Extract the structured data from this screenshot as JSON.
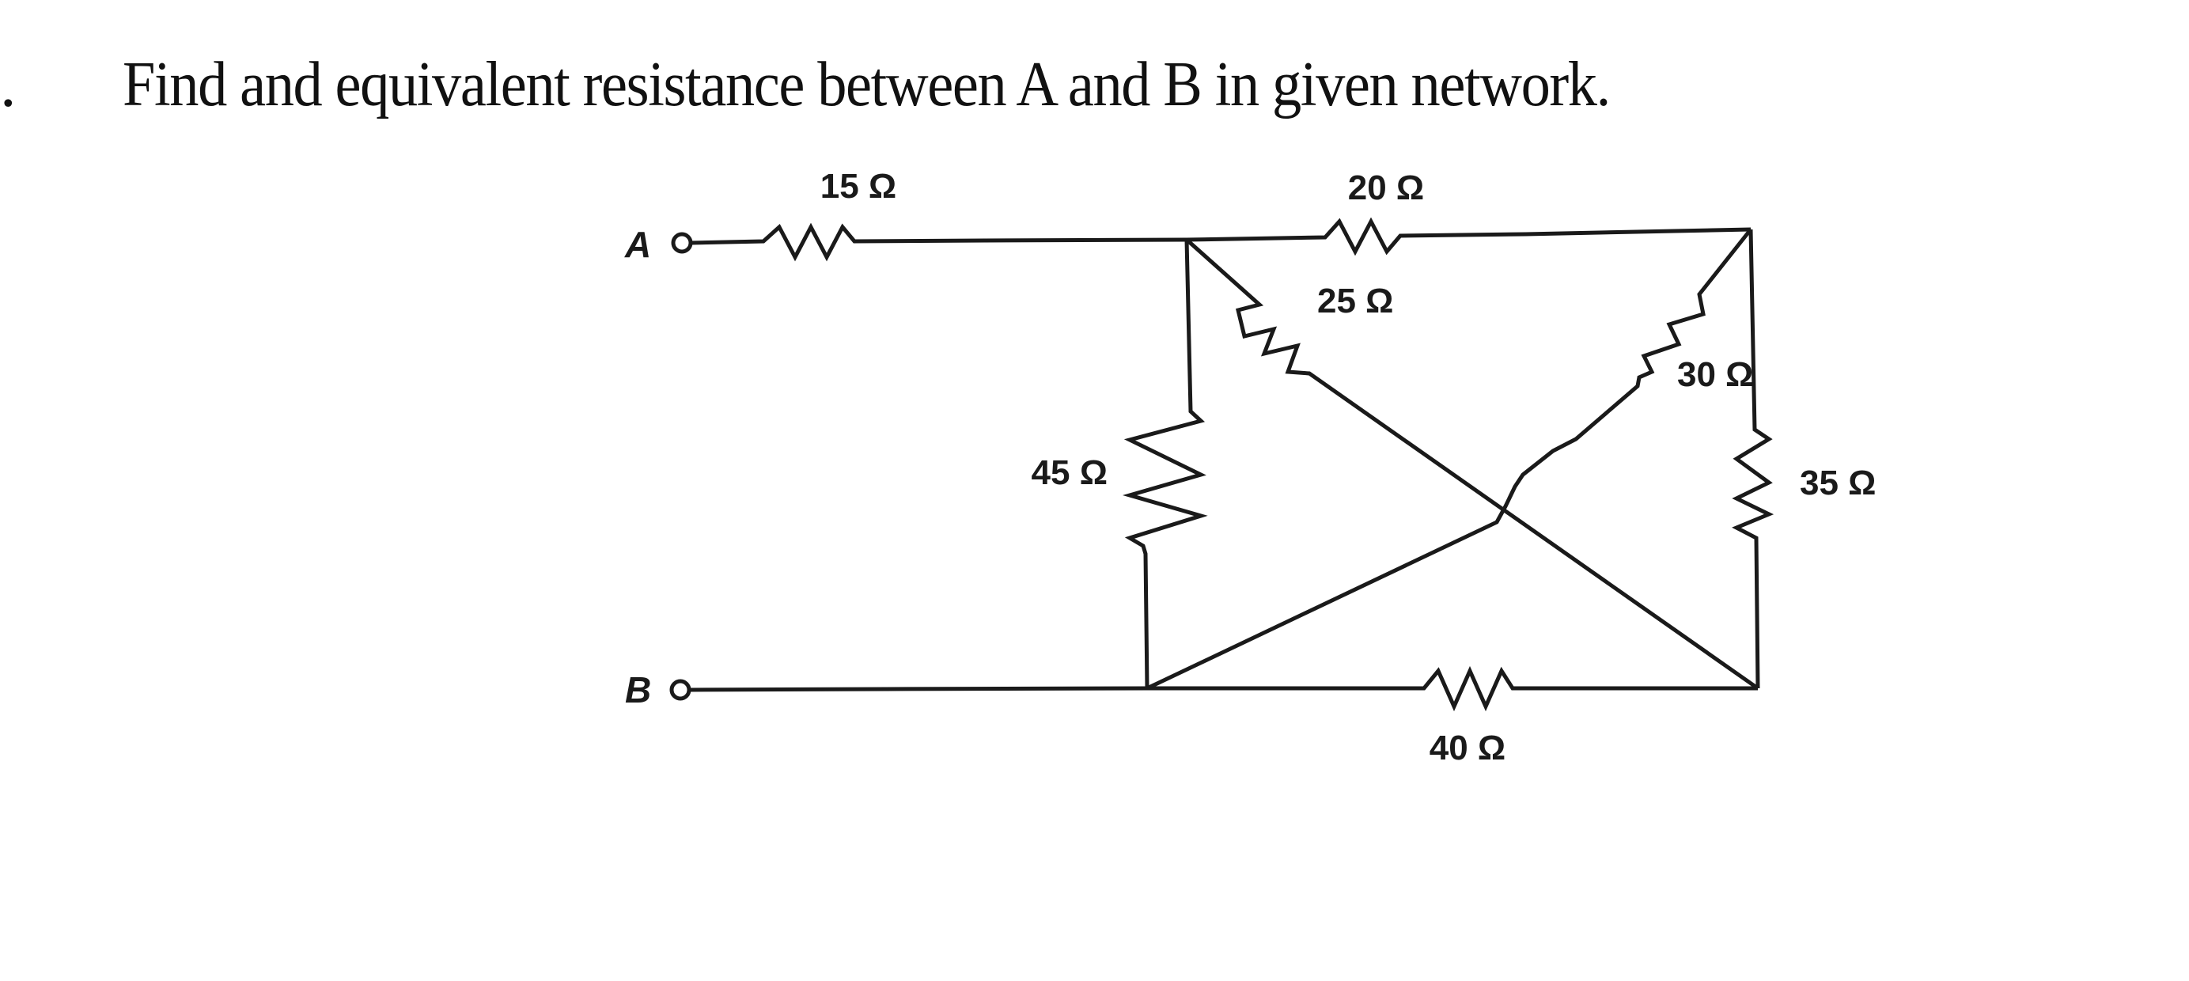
{
  "question": {
    "number": ".",
    "text": "Find and equivalent resistance between A and B in given network."
  },
  "circuit": {
    "terminals": {
      "a": "A",
      "b": "B"
    },
    "resistors": {
      "r15": "15 Ω",
      "r20": "20 Ω",
      "r25": "25 Ω",
      "r30": "30 Ω",
      "r35": "35 Ω",
      "r40": "40 Ω",
      "r45": "45 Ω"
    },
    "stroke_color": "#1a1a1a"
  }
}
